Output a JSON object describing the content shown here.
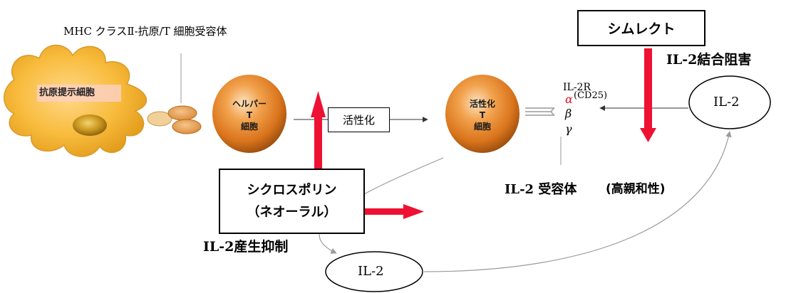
{
  "labels": {
    "mhc_complex": "MHC  クラスⅡ-抗原/T 細胞受容体",
    "apc": "抗原提示細胞",
    "helper_t": [
      "ヘルパー",
      "T",
      "細胞"
    ],
    "activation": "活性化",
    "activated_t": [
      "活性化",
      "T",
      "細胞"
    ],
    "il2r_title": "IL-2R",
    "alpha": "α",
    "cd25": "(CD25)",
    "beta": "β",
    "gamma": "γ",
    "il2_receptor": "IL-2 受容体",
    "high_affinity": "(高親和性)",
    "il2_top": "IL-2",
    "il2_bottom": "IL-2",
    "simulect": "シムレクト",
    "il2_binding_inhibition": "IL-2結合阻害",
    "cyclosporin_line1": "シクロスポリン",
    "cyclosporin_line2": "（ネオーラル）",
    "il2_production_inhibition": "IL-2産生抑制"
  },
  "colors": {
    "red_arrow": "#ee1133",
    "alpha_red": "#e8102c",
    "cell_orange": "#e8801e",
    "apc_yellow": "#f7b733",
    "gray_line": "#9a9a9a"
  }
}
